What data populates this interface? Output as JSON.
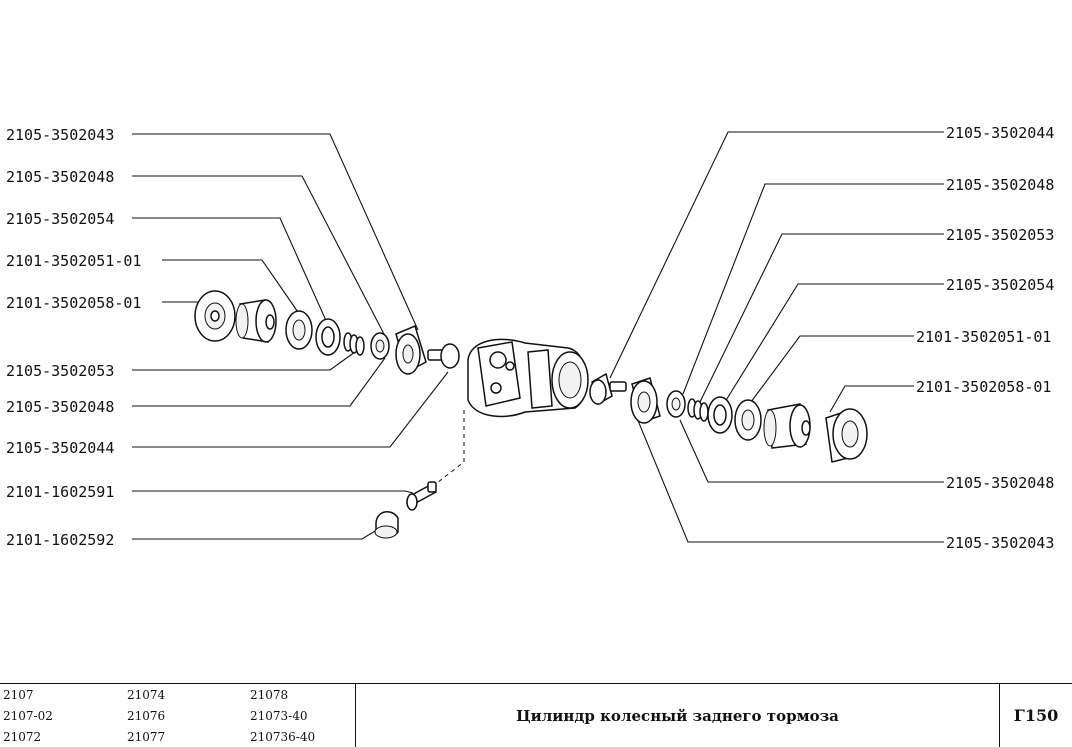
{
  "left_labels": [
    "2105-3502043",
    "2105-3502048",
    "2105-3502054",
    "2101-3502051-01",
    "2101-3502058-01",
    "2105-3502053",
    "2105-3502048",
    "2105-3502044",
    "2101-1602591",
    "2101-1602592"
  ],
  "right_labels": [
    "2105-3502044",
    "2105-3502048",
    "2105-3502053",
    "2105-3502054",
    "2101-3502051-01",
    "2101-3502058-01",
    "2105-3502048",
    "2105-3502043"
  ],
  "footer": {
    "models": [
      [
        "2107",
        "21074",
        "21078"
      ],
      [
        "2107-02",
        "21076",
        "21073-40"
      ],
      [
        "21072",
        "21077",
        "210736-40"
      ]
    ],
    "title": "Цилиндр колесный заднего тормоза",
    "page": "Г150"
  }
}
